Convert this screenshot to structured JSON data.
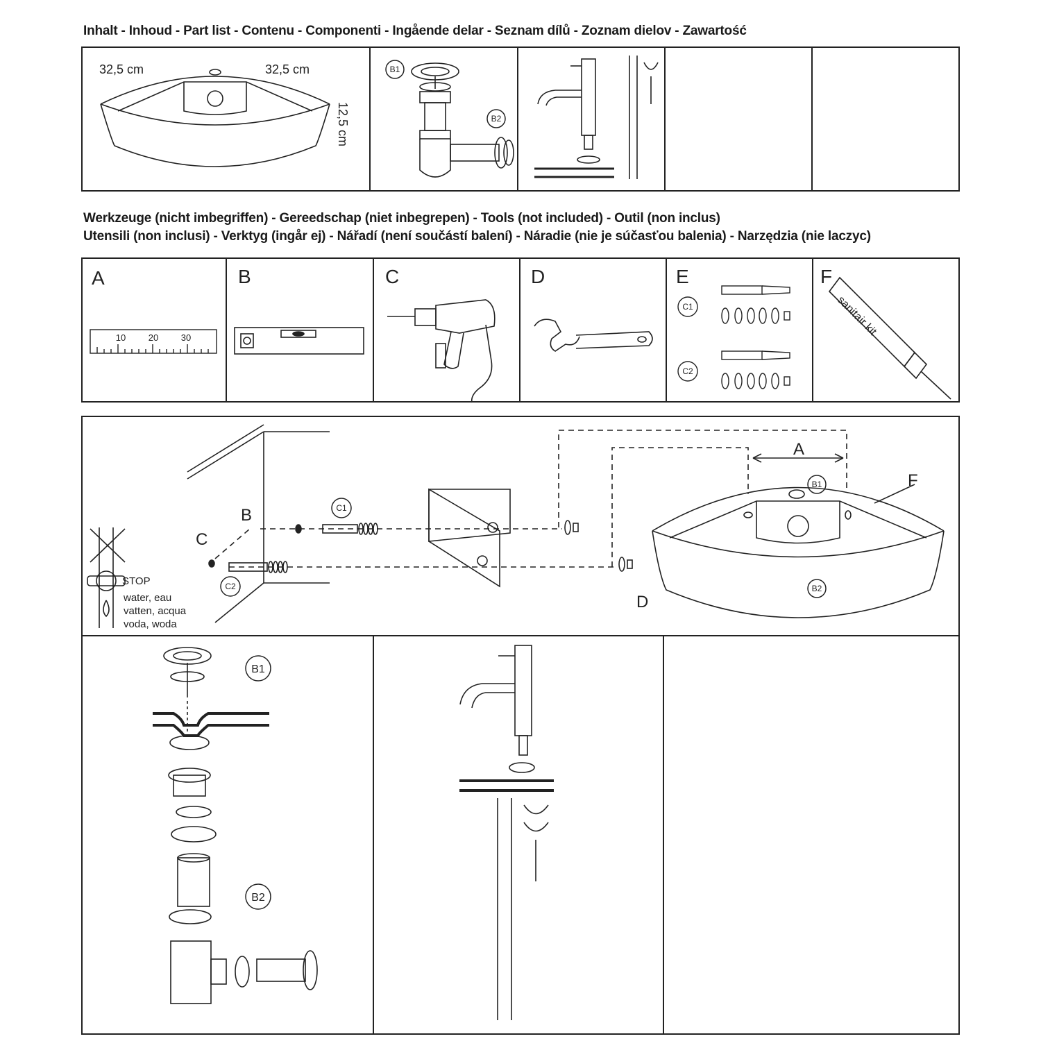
{
  "parts_heading": "Inhalt - Inhoud - Part list - Contenu - Componenti - Ingående delar - Seznam dílů - Zoznam dielov - Zawartość",
  "parts": {
    "basin_width": "32,5 cm",
    "basin_depth": "32,5 cm",
    "basin_height": "12,5 cm",
    "drain_label": "B1",
    "siphon_label": "B2"
  },
  "tools_heading_line1": "Werkzeuge (nicht imbegriffen) - Gereedschap (niet inbegrepen) - Tools (not included) - Outil (non inclus)",
  "tools_heading_line2": "Utensili (non inclusi) - Verktyg (ingår ej) - Nářadí (není součástí balení) - Náradie (nie je súčasťou balenia) - Narzędzia (nie laczyc)",
  "tools": {
    "a_letter": "A",
    "b_letter": "B",
    "c_letter": "C",
    "d_letter": "D",
    "e_letter": "E",
    "f_letter": "F",
    "ruler_ticks": [
      "10",
      "20",
      "30"
    ],
    "screw_set_1": "C1",
    "screw_set_2": "C2",
    "sealant_text": "sanitair kit"
  },
  "mounting": {
    "stop_label": "STOP",
    "water_line1": "water, eau",
    "water_line2": "vatten, acqua",
    "water_line3": "voda, woda",
    "label_b": "B",
    "label_c": "C",
    "label_c1": "C1",
    "label_c2": "C2",
    "label_a": "A",
    "label_b1": "B1",
    "label_b2": "B2",
    "label_d": "D",
    "label_f": "F"
  },
  "drain_assembly": {
    "b1": "B1",
    "b2": "B2"
  }
}
